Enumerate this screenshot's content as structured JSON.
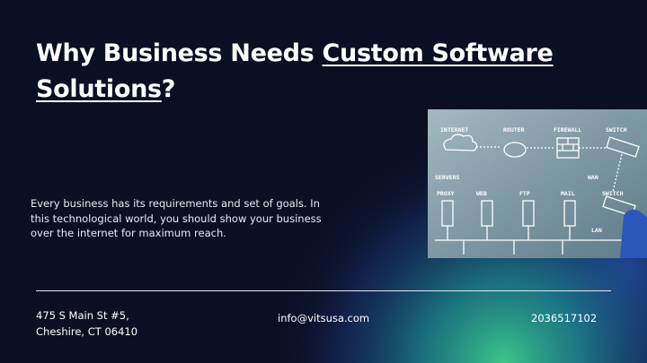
{
  "slide": {
    "title_plain": "Why Business Needs ",
    "title_underlined_1": "Custom Software",
    "title_underlined_2": "Solutions",
    "title_suffix": "?",
    "body": "Every business has its requirements and set of goals. In this technological world, you should show your business over the internet for maximum reach.",
    "colors": {
      "background": "#0b0f24",
      "glow_green": "#2fbf8a",
      "glow_blue": "#1f4fa8"
    }
  },
  "diagram": {
    "top_labels": [
      "INTERNET",
      "ROUTER",
      "FIREWALL",
      "SWITCH"
    ],
    "servers_label": "SERVERS",
    "wan_label": "WAN",
    "lan_label": "LAN",
    "server_labels": [
      "PROXY",
      "WEB",
      "FTP",
      "MAIL",
      "SWITCH"
    ]
  },
  "footer": {
    "address_line1": "475 S Main St #5,",
    "address_line2": "Cheshire, CT 06410",
    "email": "info@vitsusa.com",
    "phone": "2036517102"
  }
}
